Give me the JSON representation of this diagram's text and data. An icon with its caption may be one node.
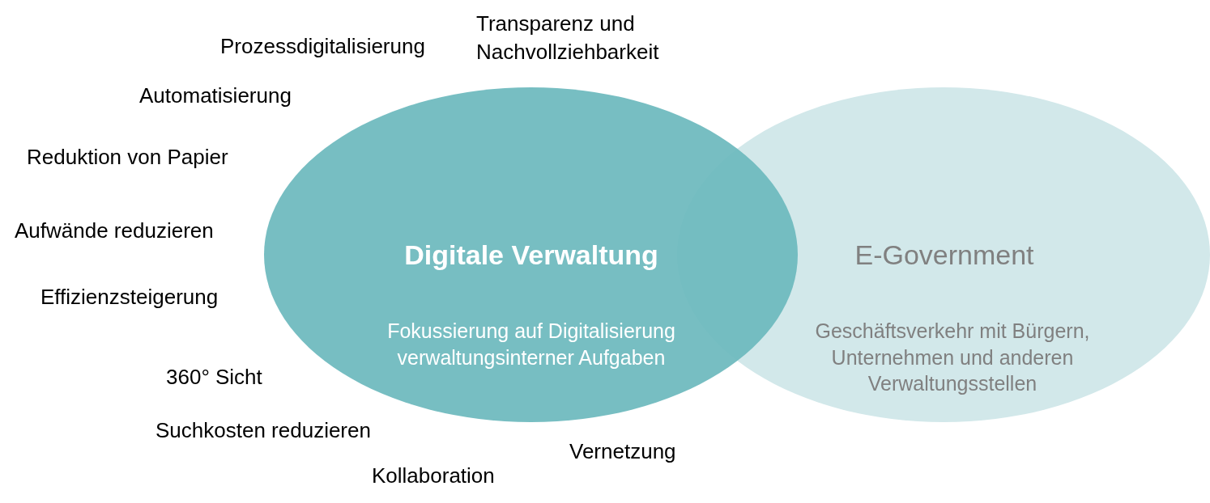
{
  "diagram": {
    "nodes": [
      {
        "text": [
          "Digitale Verwaltung",
          "Fokussierung auf Digitalisierung verwaltungsinterner Aufgaben"
        ]
      },
      {
        "text": [
          "E-Government",
          "Geschäftsverkehr mit Bürgern, Unternehmen und anderen Verwaltungsstellen"
        ]
      }
    ],
    "edges": [],
    "labels": [
      "Transparenz und Nachvollziehbarkeit",
      "Prozessdigitalisierung",
      "Automatisierung",
      "Reduktion von Papier",
      "Aufwände reduzieren",
      "Effizienzsteigerung",
      "360° Sicht",
      "Suchkosten reduzieren",
      "Vernetzung",
      "Kollaboration"
    ]
  }
}
